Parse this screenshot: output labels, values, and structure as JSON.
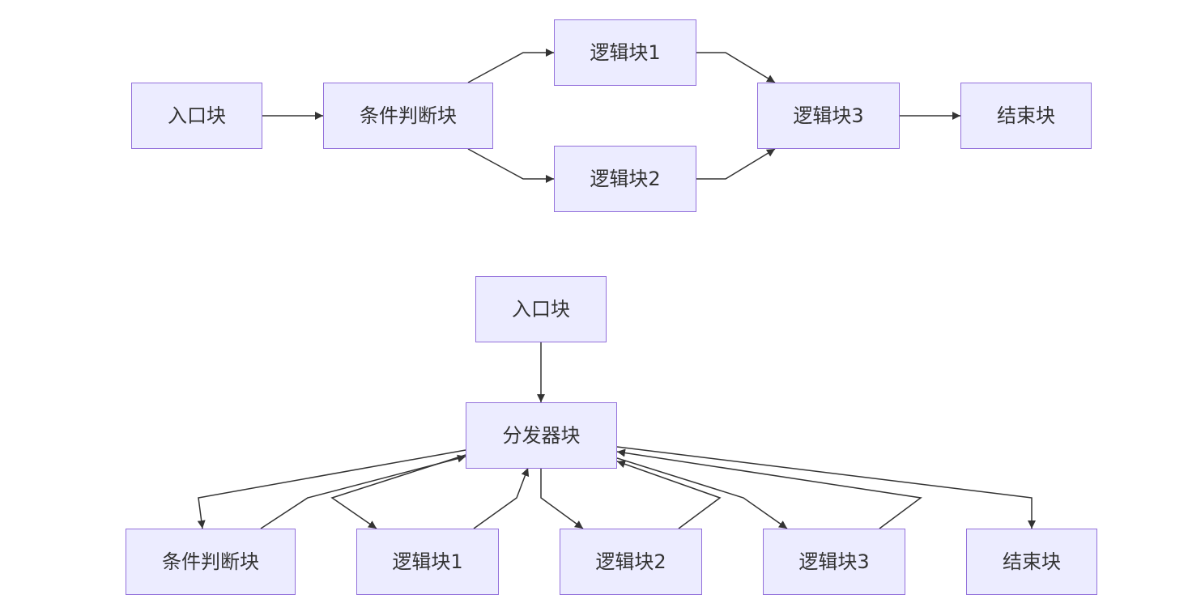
{
  "colors": {
    "node_fill": "#ECECFF",
    "node_border": "#9370DB",
    "edge": "#333333",
    "text": "#333333"
  },
  "diagram1": {
    "nodes": {
      "entry": "入口块",
      "condition": "条件判断块",
      "logic1": "逻辑块1",
      "logic2": "逻辑块2",
      "logic3": "逻辑块3",
      "end": "结束块"
    },
    "edges": [
      [
        "entry",
        "condition"
      ],
      [
        "condition",
        "logic1"
      ],
      [
        "condition",
        "logic2"
      ],
      [
        "logic1",
        "logic3"
      ],
      [
        "logic2",
        "logic3"
      ],
      [
        "logic3",
        "end"
      ]
    ]
  },
  "diagram2": {
    "nodes": {
      "entry": "入口块",
      "dispatcher": "分发器块",
      "condition": "条件判断块",
      "logic1": "逻辑块1",
      "logic2": "逻辑块2",
      "logic3": "逻辑块3",
      "end": "结束块"
    },
    "edges": [
      [
        "entry",
        "dispatcher"
      ],
      [
        "dispatcher",
        "condition"
      ],
      [
        "condition",
        "dispatcher"
      ],
      [
        "dispatcher",
        "logic1"
      ],
      [
        "logic1",
        "dispatcher"
      ],
      [
        "dispatcher",
        "logic2"
      ],
      [
        "logic2",
        "dispatcher"
      ],
      [
        "dispatcher",
        "logic3"
      ],
      [
        "logic3",
        "dispatcher"
      ],
      [
        "dispatcher",
        "end"
      ]
    ]
  }
}
